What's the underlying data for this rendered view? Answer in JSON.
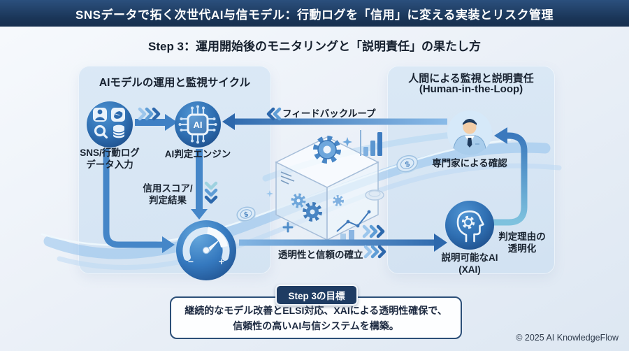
{
  "banner": {
    "title": "SNSデータで拓く次世代AI与信モデル：行動ログを「信用」に変える実装とリスク管理"
  },
  "subtitle": "Step 3：運用開始後のモニタリングと「説明責任」の果たし方",
  "left_panel": {
    "title": "AIモデルの運用と監視サイクル",
    "input_label_line1": "SNS/行動ログ",
    "input_label_line2": "データ入力",
    "engine_label": "AI判定エンジン",
    "engine_icon_text": "AI",
    "score_label_line1": "信用スコア/",
    "score_label_line2": "判定結果",
    "gauge_minus": "−",
    "gauge_plus": "+"
  },
  "right_panel": {
    "title_line1": "人間による監視と説明責任",
    "title_line2": "(Human-in-the-Loop)",
    "expert_label": "専門家による確認",
    "xai_label_line1": "説明可能なAI",
    "xai_label_line2": "(XAI)",
    "reason_label_line1": "判定理由の",
    "reason_label_line2": "透明化"
  },
  "flows": {
    "feedback_label": "フィードバックループ",
    "trust_label": "透明性と信頼の確立"
  },
  "goal": {
    "badge_label": "Step 3の目標",
    "text_line1": "継続的なモデル改善とELSI対応、XAIによる透明性確保で、",
    "text_line2": "信頼性の高いAI与信システムを構築。"
  },
  "footer": {
    "copyright": "© 2025 AI KnowledgeFlow"
  },
  "decor": {
    "coin_symbol": "$"
  },
  "icons": {
    "chevrons_right_icon": "»»»",
    "chevrons_left_icon": "««",
    "chevrons_down_icon": "⌄⌄⌄"
  },
  "colors": {
    "banner_bg": "#1a3557",
    "accent_blue": "#3c7cc0",
    "panel_bg": "#d3e3f2",
    "badge_bg": "#1f3c63",
    "text_dark": "#18222f"
  }
}
